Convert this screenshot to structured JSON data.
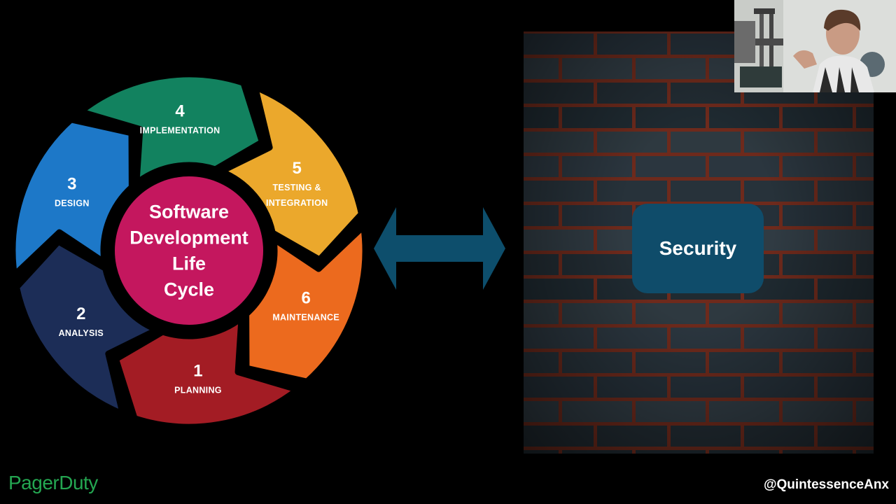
{
  "diagram": {
    "center_lines": [
      "Software",
      "Development",
      "Life",
      "Cycle"
    ],
    "segments": [
      {
        "number": "1",
        "label_lines": [
          "PLANNING"
        ],
        "color": "#a31c24"
      },
      {
        "number": "2",
        "label_lines": [
          "ANALYSIS"
        ],
        "color": "#1c2d57"
      },
      {
        "number": "3",
        "label_lines": [
          "DESIGN"
        ],
        "color": "#1d78c8"
      },
      {
        "number": "4",
        "label_lines": [
          "IMPLEMENTATION"
        ],
        "color": "#12825f"
      },
      {
        "number": "5",
        "label_lines": [
          "TESTING &",
          "INTEGRATION"
        ],
        "color": "#eba82c"
      },
      {
        "number": "6",
        "label_lines": [
          "MAINTENANCE"
        ],
        "color": "#ec6a1e"
      }
    ],
    "center_color": "#c4175e"
  },
  "security": {
    "label": "Security",
    "color": "#0f4c6a"
  },
  "arrow_color": "#0d4e6c",
  "brand": {
    "name": "PagerDuty",
    "color": "#24a651"
  },
  "handle": "@QuintessenceAnx"
}
